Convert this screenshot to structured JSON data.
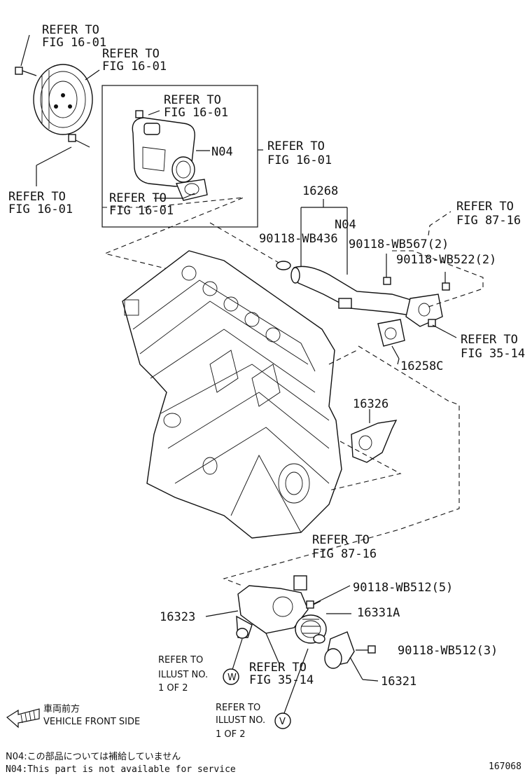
{
  "refer_to": "REFER TO",
  "figs": {
    "f16_01": "FIG 16-01",
    "f87_16": "FIG 87-16",
    "f35_14": "FIG 35-14"
  },
  "parts": {
    "n04": "N04",
    "p16268": "16268",
    "p90118_wb436": "90118-WB436",
    "p90118_wb567": "90118-WB567(2)",
    "p90118_wb522": "90118-WB522(2)",
    "p16258c": "16258C",
    "p16326": "16326",
    "p90118_wb512_5": "90118-WB512(5)",
    "p16323": "16323",
    "p16331a": "16331A",
    "p90118_wb512_3": "90118-WB512(3)",
    "p16321": "16321"
  },
  "illust": {
    "line1": "REFER TO",
    "line2": "ILLUST NO.",
    "line3": "1 OF 2",
    "w": "W",
    "v": "V"
  },
  "front": {
    "jp": "車両前方",
    "en": "VEHICLE FRONT SIDE"
  },
  "notes": {
    "jp": "N04:この部品については補給していません",
    "en": "N04:This part is not available for service"
  },
  "figure_number": "167068"
}
